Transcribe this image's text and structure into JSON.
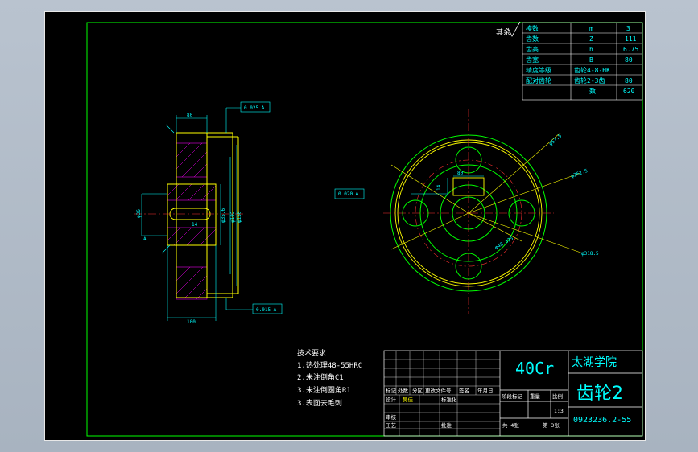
{
  "colors": {
    "frame": "#00ff00",
    "outline": "#ffff00",
    "center_line": "#ff3030",
    "dimension": "#00ffff",
    "hatch": "#ff00ff",
    "text": "#ffffff",
    "background": "#000000"
  },
  "param_table": [
    {
      "name": "模数",
      "symbol": "m",
      "value": "3"
    },
    {
      "name": "齿数",
      "symbol": "Z",
      "value": "111"
    },
    {
      "name": "齿高",
      "symbol": "h",
      "value": "6.75"
    },
    {
      "name": "齿宽",
      "symbol": "B",
      "value": "80"
    },
    {
      "name": "精度等级",
      "symbol": "齿轮4-8-HK",
      "value": ""
    },
    {
      "name": "配对齿轮",
      "symbol": "齿轮2-3齿",
      "value": "80"
    },
    {
      "name": "",
      "symbol": "数",
      "value": "620"
    }
  ],
  "side_label": "其余",
  "side_dims": {
    "top_width": "80",
    "bottom_width": "100",
    "tol_top": "0.025 A",
    "tol_bottom": "0.015 A",
    "bore": "φ35.6",
    "d1": "φ102",
    "d2": "φ150",
    "small_a": "φ36",
    "small_b": "A",
    "keyway": "14"
  },
  "front_dims": {
    "slot_width": "80",
    "side": "14",
    "r1": "φ57.5",
    "r2": "φ262.5",
    "r3": "φ48.375",
    "r4": "φ318.5",
    "tol_left": "0.020 A"
  },
  "tech_req": {
    "title": "技术要求",
    "items": [
      "1.热处理48-55HRC",
      "2.未注倒角C1",
      "3.未注倒圆角R1",
      "3.表面去毛刺"
    ]
  },
  "title_block": {
    "material": "40Cr",
    "school": "太湖学院",
    "part_name": "齿轮2",
    "drawing_no": "0923236.2-55",
    "scale": "1:3",
    "sheets": "共 4张",
    "sheet_no": "第 3张",
    "revision_headers": [
      "标记",
      "处数",
      "分区",
      "更改文件号",
      "签名",
      "年月日"
    ],
    "row_design": [
      "设计",
      "吴佳",
      "标准化"
    ],
    "row_labels": [
      "阶段标记",
      "重量",
      "比例"
    ],
    "row_check": "审核",
    "row_process": "工艺",
    "row_approve": "批准"
  }
}
